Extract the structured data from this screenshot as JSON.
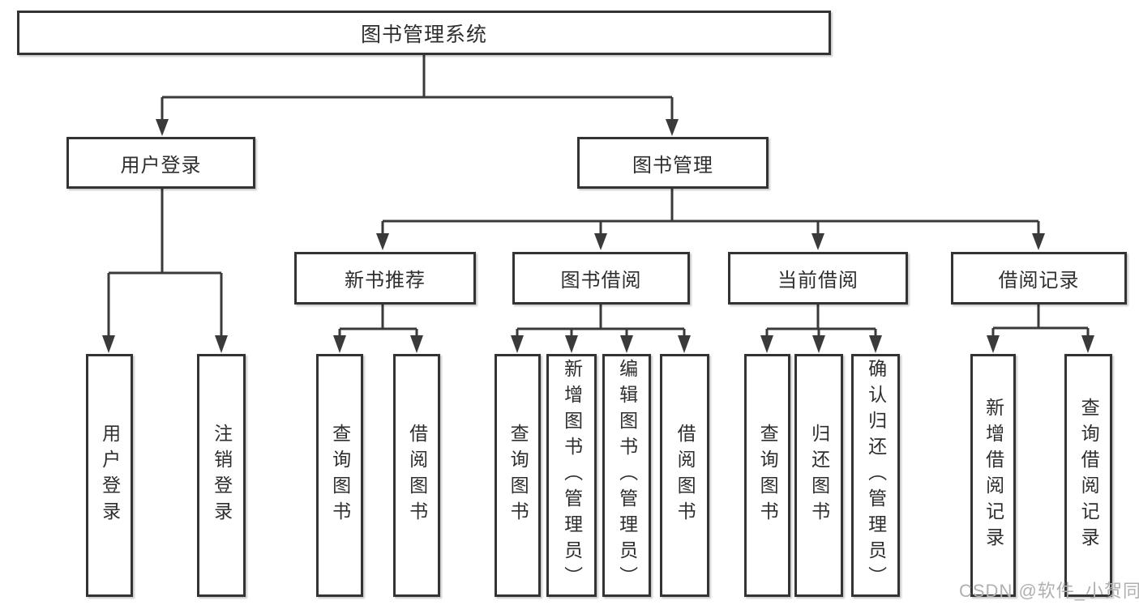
{
  "diagram": {
    "root": {
      "label": "图书管理系统"
    },
    "level2": [
      {
        "label": "用户登录"
      },
      {
        "label": "图书管理"
      }
    ],
    "level3": [
      {
        "label": "新书推荐"
      },
      {
        "label": "图书借阅"
      },
      {
        "label": "当前借阅"
      },
      {
        "label": "借阅记录"
      }
    ],
    "leaves": [
      {
        "label": "用户登录"
      },
      {
        "label": "注销登录"
      },
      {
        "label": "查询图书"
      },
      {
        "label": "借阅图书"
      },
      {
        "label": "查询图书"
      },
      {
        "label": "新增图书（管理员）"
      },
      {
        "label": "编辑图书（管理员）"
      },
      {
        "label": "借阅图书"
      },
      {
        "label": "查询图书"
      },
      {
        "label": "归还图书"
      },
      {
        "label": "确认归还（管理员）"
      },
      {
        "label": "新增借阅记录"
      },
      {
        "label": "查询借阅记录"
      }
    ]
  },
  "watermark": {
    "text": "CSDN @软件_小贺同学"
  },
  "colors": {
    "line": "#3a3a3a",
    "box_border": "#333333",
    "text": "#2e2e2e",
    "watermark": "#b0b0b0",
    "background": "#ffffff"
  }
}
